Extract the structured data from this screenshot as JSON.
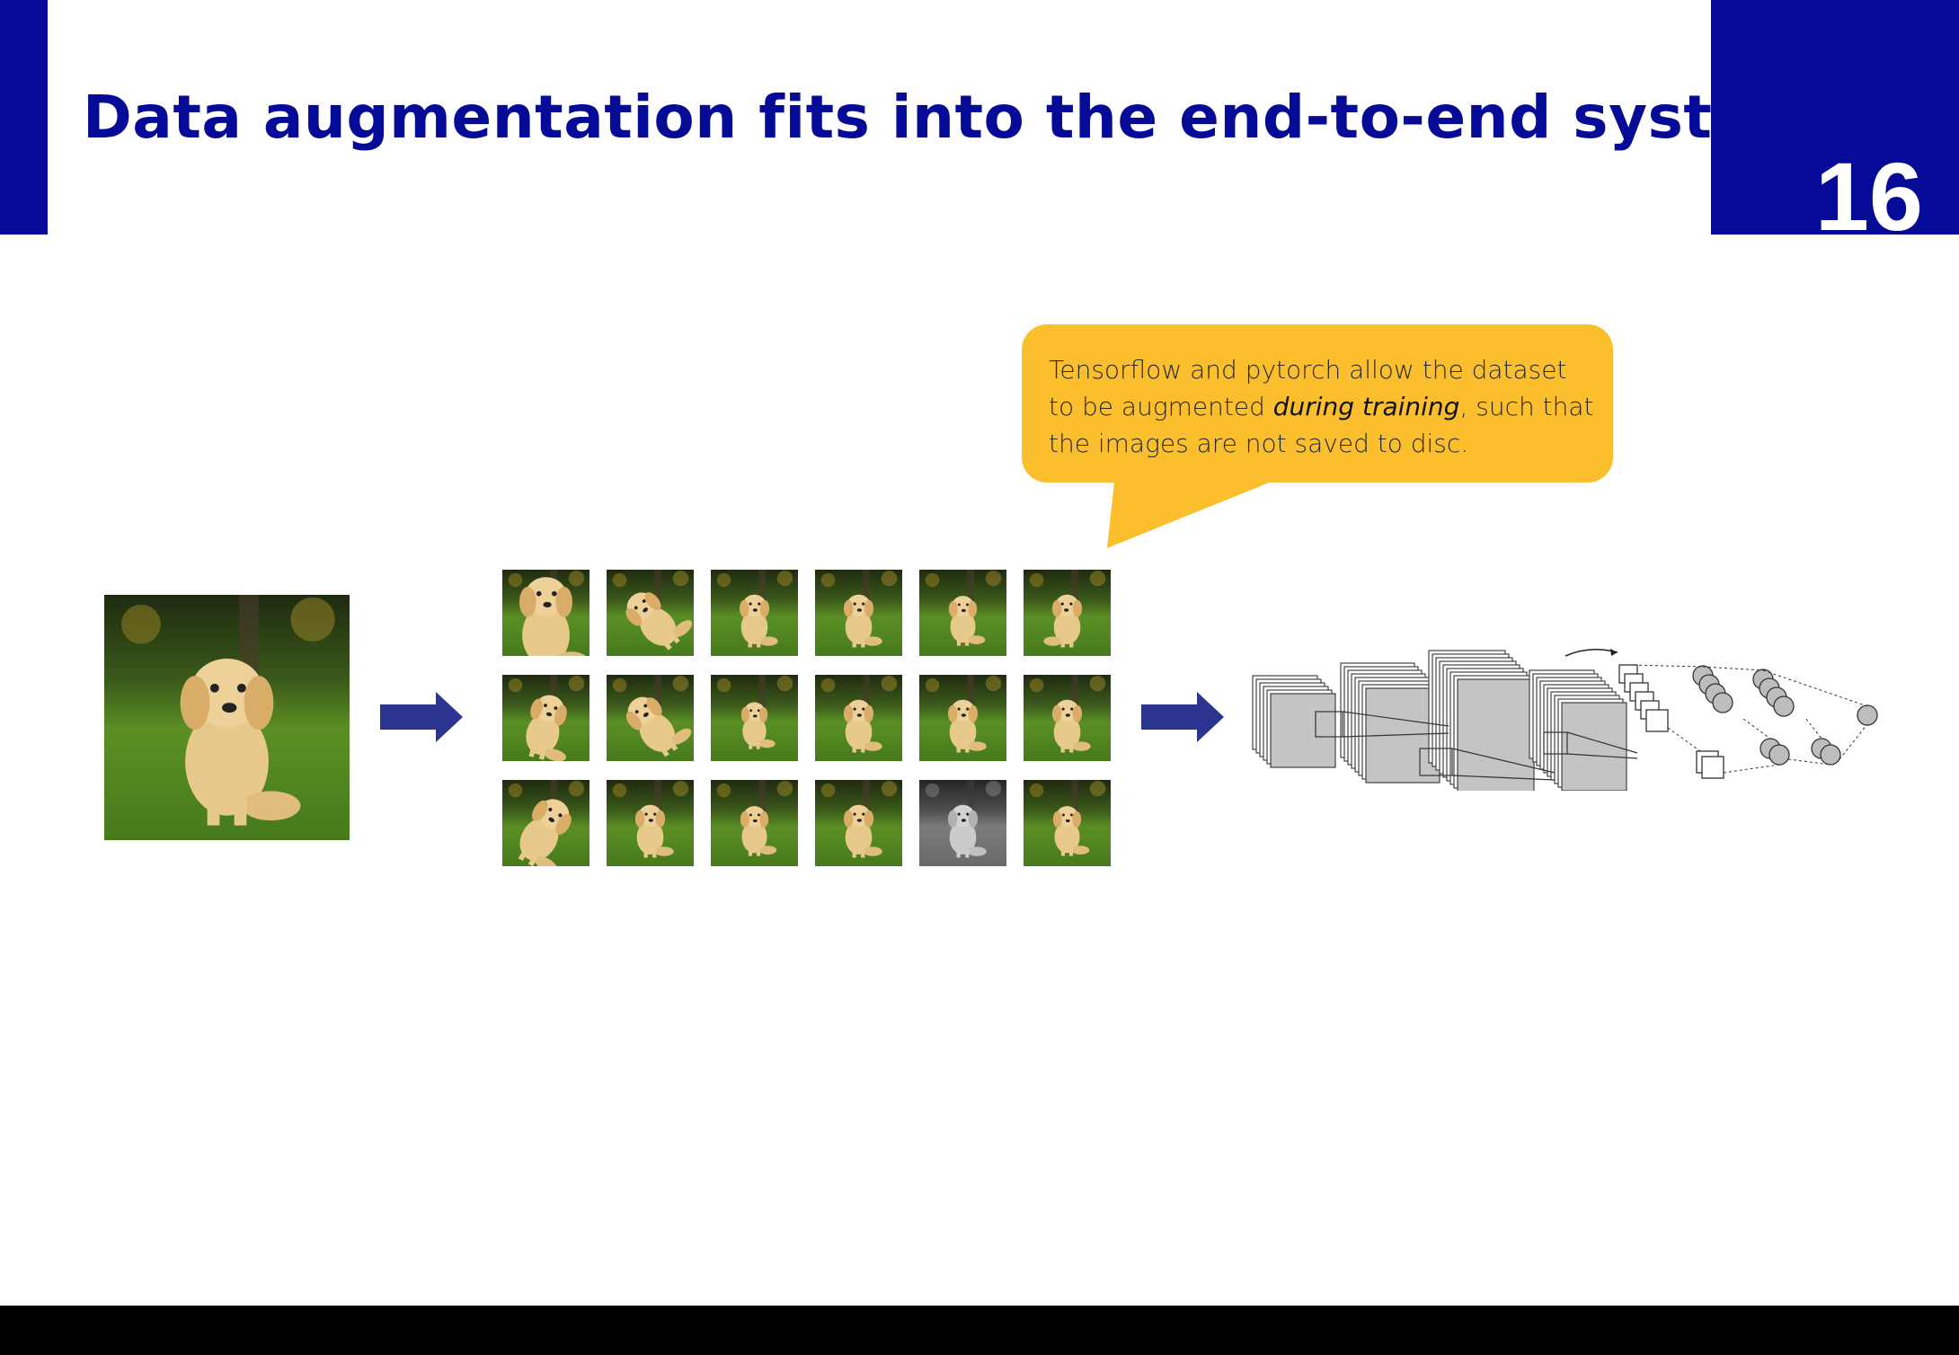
{
  "slide": {
    "title": "Data augmentation fits into the end-to-end system",
    "page_number": "16"
  },
  "callout": {
    "text_before": "Tensorflow and pytorch allow the dataset to be augmented ",
    "text_emphasis": "during training",
    "text_after": ", such that the images are not saved to disc."
  },
  "colors": {
    "brand_blue": "#050b96",
    "callout_yellow": "#fbbf2d",
    "arrow_blue": "#2b3590"
  },
  "icons": {
    "original_image": "puppy-photo",
    "augmented_grid": "augmented-puppy-photos",
    "arrow": "right-arrow-icon",
    "network": "cnn-diagram"
  },
  "augmented_grid": {
    "rows": 3,
    "columns": 6
  }
}
